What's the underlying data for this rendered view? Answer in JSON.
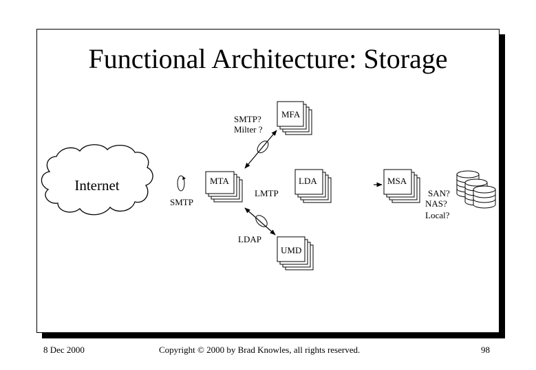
{
  "slide": {
    "title": "Functional Architecture: Storage"
  },
  "diagram": {
    "nodes": {
      "internet": "Internet",
      "mta": "MTA",
      "mfa": "MFA",
      "lda": "LDA",
      "umd": "UMD",
      "msa": "MSA"
    },
    "labels": {
      "smtp_in": "SMTP",
      "smtp_mfa_line1": "SMTP?",
      "smtp_mfa_line2": "Milter ?",
      "lmtp": "LMTP",
      "ldap": "LDAP",
      "storage_line1": "SAN?",
      "storage_line2": "NAS?",
      "storage_line3": "Local?"
    }
  },
  "footer": {
    "date": "8 Dec 2000",
    "copyright": "Copyright © 2000 by Brad Knowles, all rights reserved.",
    "page_number": "98"
  }
}
